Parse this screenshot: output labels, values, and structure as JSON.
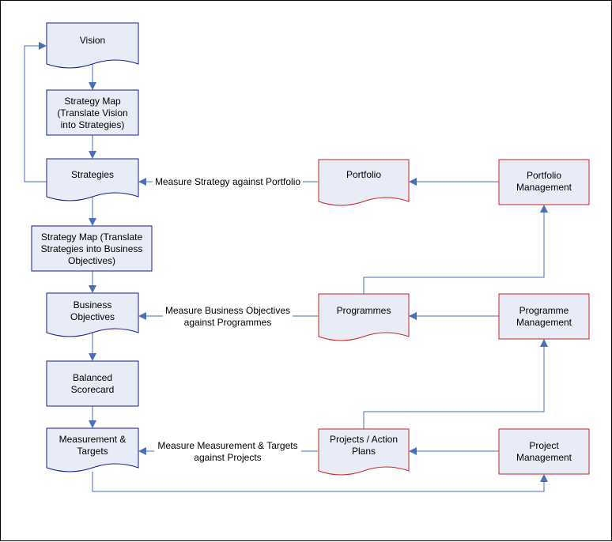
{
  "nodes": {
    "vision": "Vision",
    "strategy_map_1": [
      "Strategy Map",
      "(Translate Vision",
      "into Strategies)"
    ],
    "strategies": "Strategies",
    "strategy_map_2": [
      "Strategy Map (Translate",
      "Strategies into Business",
      "Objectives)"
    ],
    "business_objectives": [
      "Business",
      "Objectives"
    ],
    "balanced_scorecard": [
      "Balanced",
      "Scorecard"
    ],
    "measurement_targets": [
      "Measurement &",
      "Targets"
    ],
    "portfolio": "Portfolio",
    "programmes": "Programmes",
    "projects_action_plans": [
      "Projects / Action",
      "Plans"
    ],
    "portfolio_management": [
      "Portfolio",
      "Management"
    ],
    "programme_management": [
      "Programme",
      "Management"
    ],
    "project_management": [
      "Project",
      "Management"
    ]
  },
  "edges": {
    "measure_strategy": "Measure Strategy against Portfolio",
    "measure_business": [
      "Measure Business Objectives",
      "against Programmes"
    ],
    "measure_measurement": [
      "Measure Measurement & Targets",
      "against Projects"
    ]
  },
  "colors": {
    "fill": "#e8ecf7",
    "blue_border": "#1a1a8c",
    "red_border": "#cc2222",
    "connector": "#4a6fb5"
  }
}
